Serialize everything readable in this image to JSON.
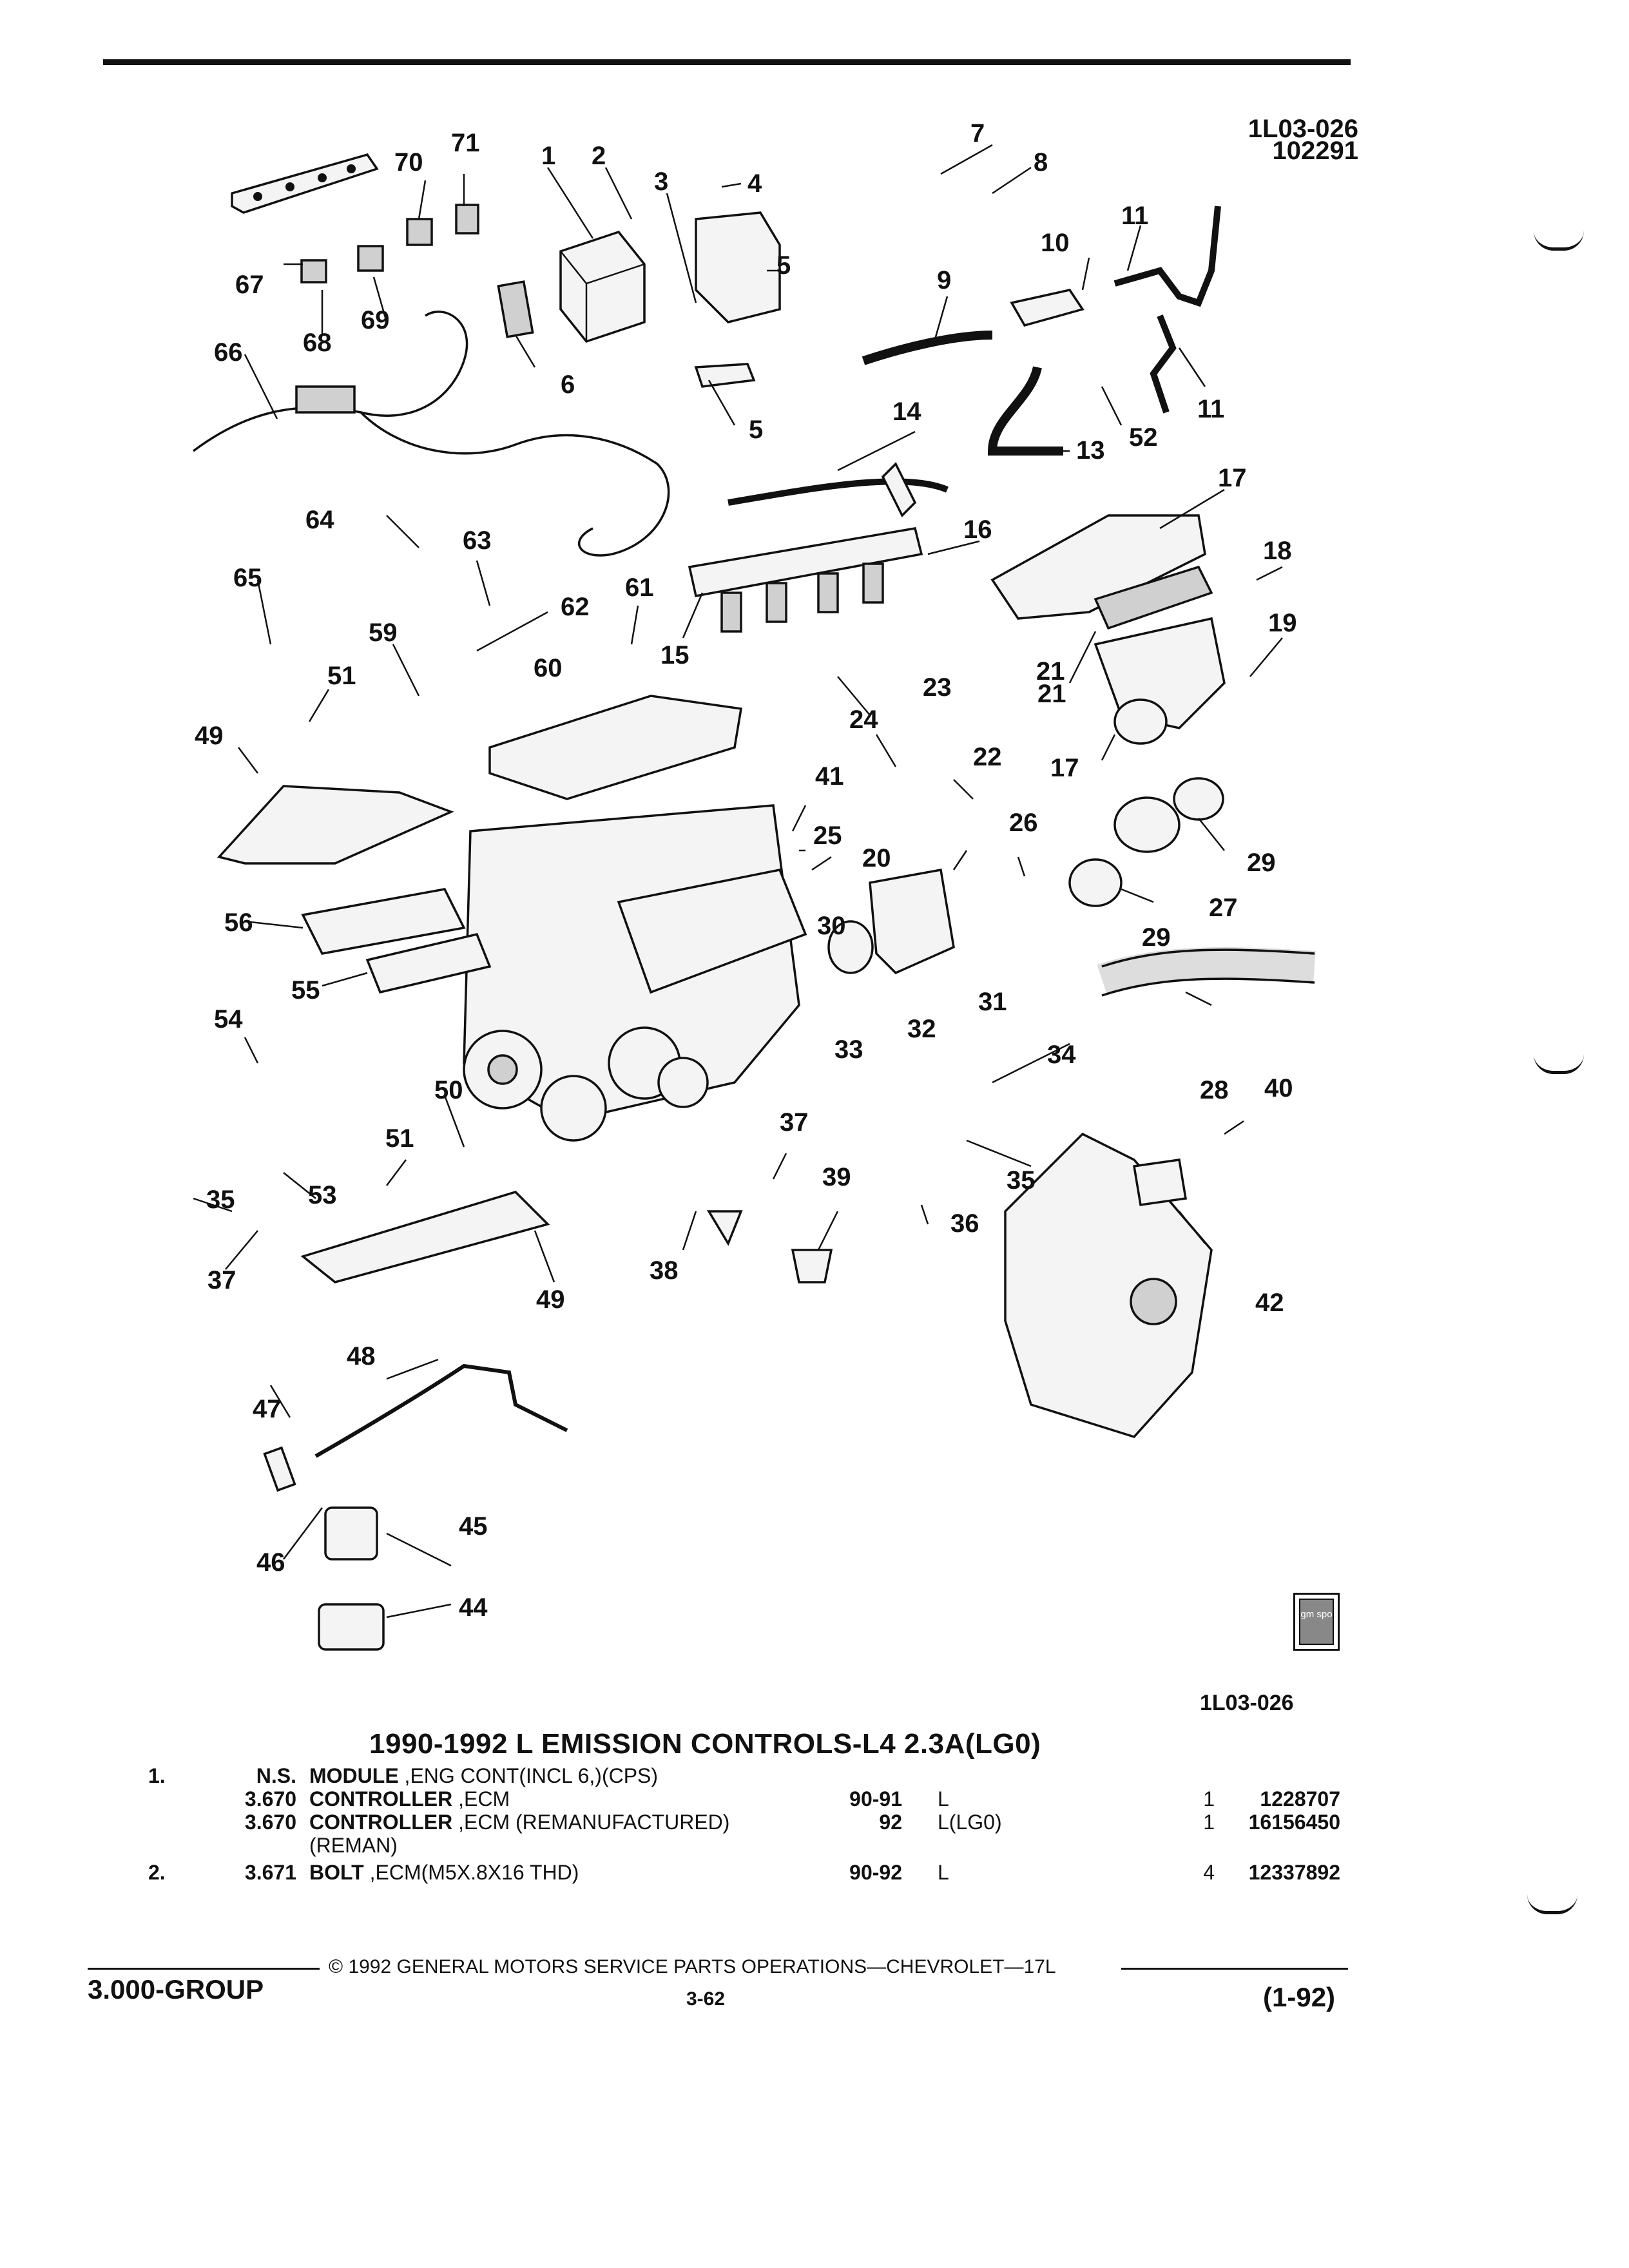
{
  "header": {
    "ref_code": "1L03-026",
    "ref_date": "102291"
  },
  "diagram": {
    "callouts": [
      "1",
      "2",
      "3",
      "4",
      "5",
      "5",
      "6",
      "7",
      "8",
      "9",
      "10",
      "11",
      "11",
      "13",
      "14",
      "15",
      "16",
      "17",
      "17",
      "18",
      "19",
      "20",
      "21",
      "21",
      "22",
      "23",
      "24",
      "25",
      "26",
      "27",
      "28",
      "29",
      "29",
      "30",
      "31",
      "32",
      "33",
      "34",
      "35",
      "35",
      "36",
      "37",
      "37",
      "38",
      "39",
      "40",
      "41",
      "42",
      "44",
      "45",
      "46",
      "47",
      "48",
      "49",
      "49",
      "50",
      "51",
      "51",
      "52",
      "53",
      "54",
      "55",
      "56",
      "59",
      "60",
      "61",
      "62",
      "63",
      "64",
      "65",
      "66",
      "67",
      "68",
      "69",
      "70",
      "71"
    ],
    "logo_text": "gm spo",
    "figure_id": "1L03-026"
  },
  "parts_list": {
    "title": "1990-1992 L EMISSION CONTROLS-L4 2.3A(LG0)",
    "rows": [
      {
        "item": "1.",
        "group": "N.S.",
        "name": "MODULE",
        "detail": ",ENG CONT(INCL 6,)(CPS)",
        "years": "",
        "model": "",
        "qty": "",
        "part_no": ""
      },
      {
        "item": "",
        "group": "3.670",
        "name": "CONTROLLER",
        "detail": ",ECM",
        "years": "90-91",
        "model": "L",
        "qty": "1",
        "part_no": "1228707"
      },
      {
        "item": "",
        "group": "3.670",
        "name": "CONTROLLER",
        "detail": ",ECM (REMANUFACTURED)",
        "years": "92",
        "model": "L(LG0)",
        "qty": "1",
        "part_no": "16156450"
      },
      {
        "item": "",
        "group": "",
        "name": "",
        "detail": "(REMAN)",
        "years": "",
        "model": "",
        "qty": "",
        "part_no": ""
      },
      {
        "item": "2.",
        "group": "3.671",
        "name": "BOLT",
        "detail": ",ECM(M5X.8X16 THD)",
        "years": "90-92",
        "model": "L",
        "qty": "4",
        "part_no": "12337892"
      }
    ]
  },
  "footer": {
    "copyright": "© 1992 GENERAL MOTORS SERVICE PARTS OPERATIONS—CHEVROLET—17L",
    "page": "3-62",
    "group": "3.000-GROUP",
    "date": "(1-92)"
  }
}
